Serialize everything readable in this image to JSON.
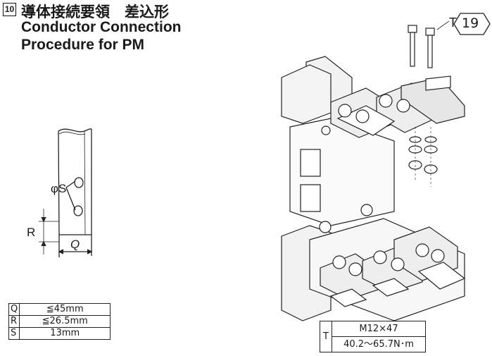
{
  "header": {
    "section_number": "10",
    "title_jp": "導体接続要領　差込形",
    "title_en_line1": "Conductor Connection",
    "title_en_line2": "Procedure for PM"
  },
  "conductor_diagram": {
    "hole_label": "φS",
    "r_label": "R",
    "q_label": "Q"
  },
  "dimension_table": {
    "rows": [
      {
        "key": "Q",
        "value": "≦45mm"
      },
      {
        "key": "R",
        "value": "≦26.5mm"
      },
      {
        "key": "S",
        "value": "13mm"
      }
    ]
  },
  "assembly_diagram": {
    "bolt_label": "T",
    "step_number": "19"
  },
  "torque_table": {
    "key": "T",
    "bolt_size": "M12×47",
    "torque": "40.2～65.7N･m"
  }
}
